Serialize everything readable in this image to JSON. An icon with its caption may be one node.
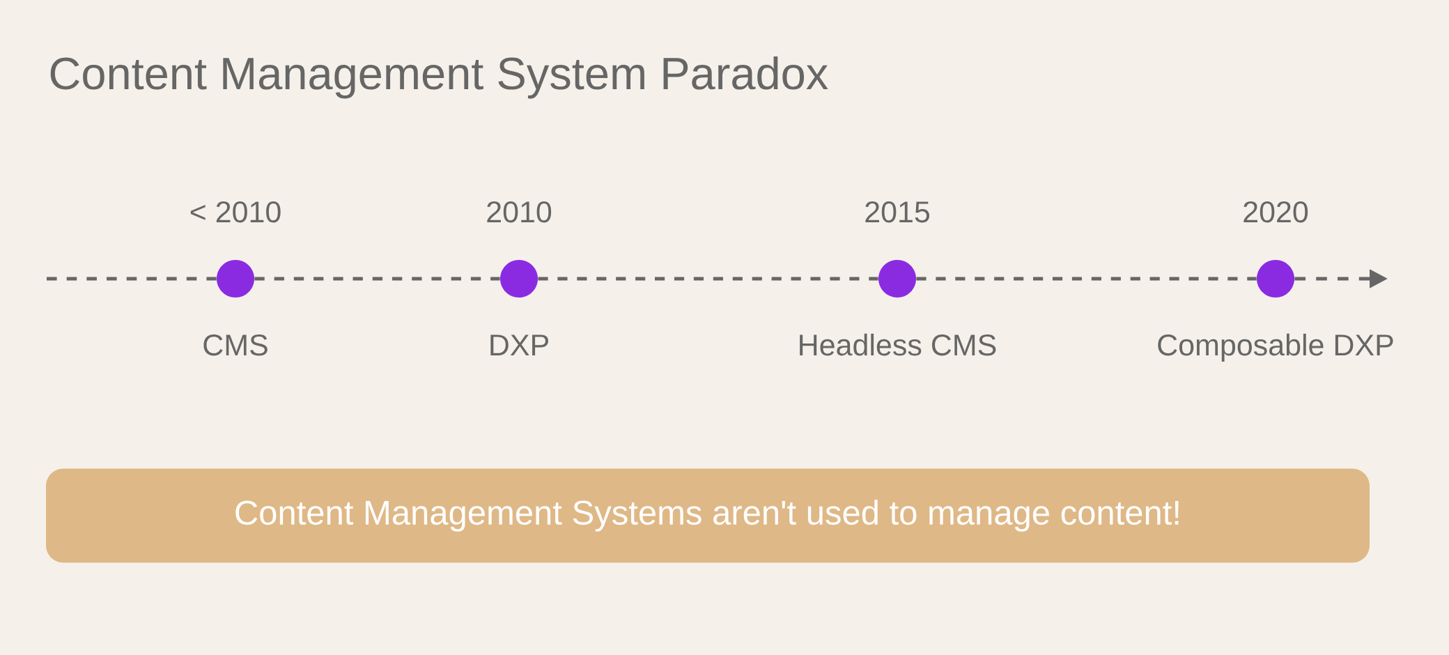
{
  "diagram": {
    "title": "Content Management System Paradox",
    "nodes": [
      {
        "text": [],
        "shape": "circle",
        "beside": [
          "< 2010",
          "CMS"
        ]
      },
      {
        "text": [],
        "shape": "circle",
        "beside": [
          "2010",
          "DXP"
        ]
      },
      {
        "text": [],
        "shape": "circle",
        "beside": [
          "2015",
          "Headless CMS"
        ]
      },
      {
        "text": [],
        "shape": "circle",
        "beside": [
          "2020",
          "Composable DXP"
        ]
      },
      {
        "text": [
          "Content Management Systems aren't used to manage content!"
        ]
      }
    ],
    "edges": [
      {
        "from": null,
        "to": 0,
        "arrow": "none",
        "style": "dashed"
      },
      {
        "from": 0,
        "to": 1,
        "arrow": "none",
        "style": "dashed"
      },
      {
        "from": 1,
        "to": 2,
        "arrow": "none",
        "style": "dashed"
      },
      {
        "from": 2,
        "to": 3,
        "arrow": "none",
        "style": "dashed"
      },
      {
        "from": 3,
        "to": null,
        "arrow": "to",
        "style": "dashed"
      }
    ]
  }
}
